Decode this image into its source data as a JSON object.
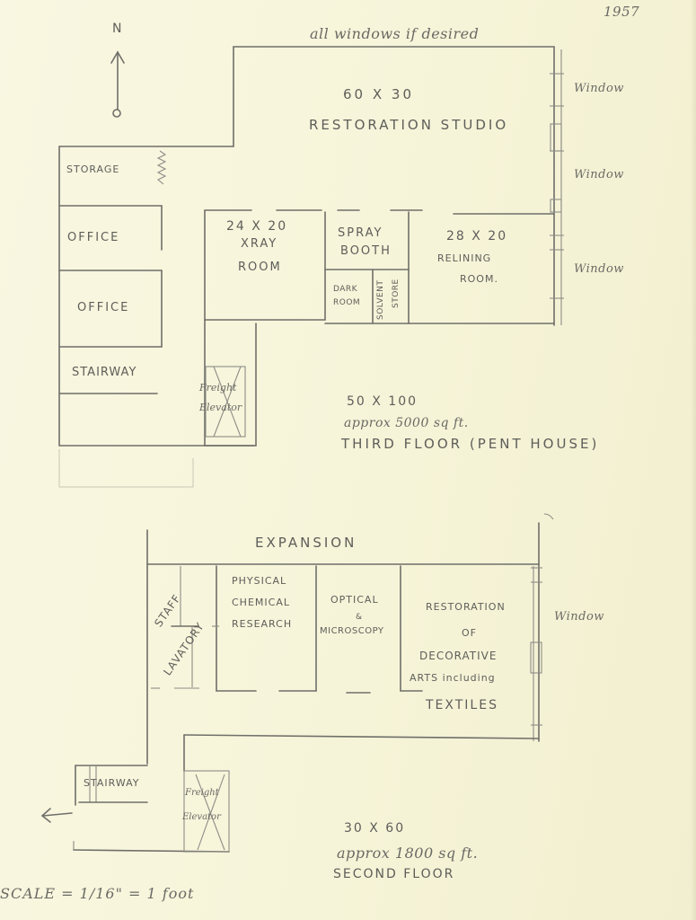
{
  "document": {
    "year": "1957",
    "top_note": "all windows if desired",
    "north_label": "N",
    "scale_note": "SCALE = 1/16\" = 1 foot"
  },
  "third_floor": {
    "title": "THIRD FLOOR (PENT HOUSE)",
    "dimensions": "50 X 100",
    "area": "approx 5000 sq ft.",
    "window_labels": [
      "Window",
      "Window",
      "Window"
    ],
    "rooms": [
      {
        "id": "restoration-studio",
        "dimensions": "60 X 30",
        "name": "RESTORATION STUDIO"
      },
      {
        "id": "storage",
        "name": "STORAGE"
      },
      {
        "id": "office-1",
        "name": "OFFICE"
      },
      {
        "id": "office-2",
        "name": "OFFICE"
      },
      {
        "id": "stairway",
        "name": "STAIRWAY"
      },
      {
        "id": "xray-room",
        "dimensions": "24 X 20",
        "name_line1": "XRAY",
        "name_line2": "ROOM"
      },
      {
        "id": "spray-booth",
        "name_line1": "SPRAY",
        "name_line2": "BOOTH"
      },
      {
        "id": "dark-room",
        "name_line1": "DARK",
        "name_line2": "ROOM"
      },
      {
        "id": "solvent-store",
        "name_line1": "SOLVENT",
        "name_line2": "STORE"
      },
      {
        "id": "relining-room",
        "dimensions": "28 X 20",
        "name_line1": "RELINING",
        "name_line2": "ROOM."
      },
      {
        "id": "freight-elevator",
        "name_line1": "Freight",
        "name_line2": "Elevator"
      }
    ]
  },
  "second_floor": {
    "title": "SECOND FLOOR",
    "dimensions": "30 X 60",
    "area": "approx 1800 sq ft.",
    "window_label": "Window",
    "rooms": [
      {
        "id": "expansion",
        "name": "EXPANSION"
      },
      {
        "id": "staff-lavatory",
        "name_line1": "STAFF",
        "name_line2": "LAVATORY"
      },
      {
        "id": "physical-chemical-research",
        "name_line1": "PHYSICAL",
        "name_line2": "CHEMICAL",
        "name_line3": "RESEARCH"
      },
      {
        "id": "optical-microscopy",
        "name_line1": "OPTICAL",
        "name_line2": "&",
        "name_line3": "MICROSCOPY"
      },
      {
        "id": "restoration-decorative-arts",
        "name_line1": "RESTORATION",
        "name_line2": "OF",
        "name_line3": "DECORATIVE",
        "name_line4": "ARTS including",
        "name_line5": "TEXTILES"
      },
      {
        "id": "stairway",
        "name": "STAIRWAY"
      },
      {
        "id": "freight-elevator",
        "name_line1": "Freight",
        "name_line2": "Elevator"
      }
    ]
  },
  "colors": {
    "paper": "#f7f5dc",
    "pencil": "#6f6f6a"
  }
}
